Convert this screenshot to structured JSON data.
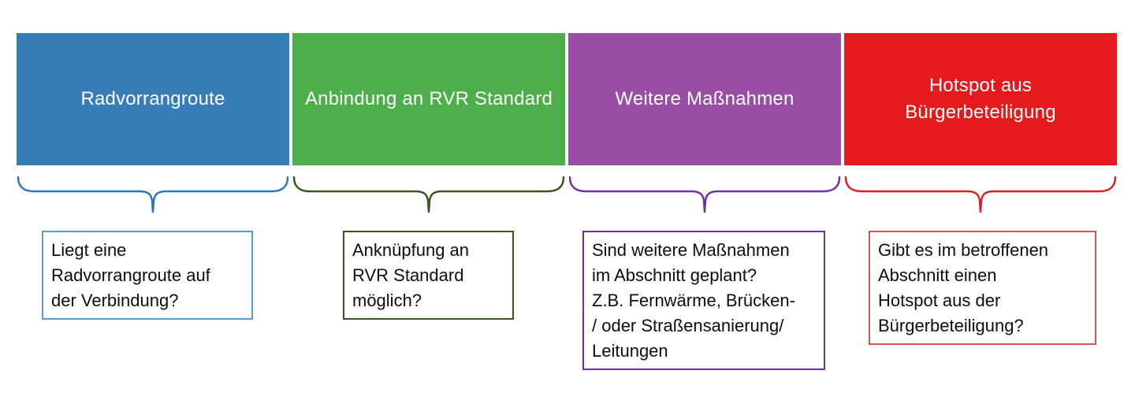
{
  "diagram": {
    "columns": [
      {
        "id": "radvorrangroute",
        "header": "Radvorrangroute",
        "description": "Liegt eine\nRadvorrangroute auf\nder Verbindung?",
        "colors": {
          "box": "#377eb8",
          "brace": "#2e75b6",
          "border": "#5b9bd5"
        }
      },
      {
        "id": "anbindung-rvr-standard",
        "header": "Anbindung an RVR Standard",
        "description": "Anknüpfung an\nRVR Standard\nmöglich?",
        "colors": {
          "box": "#4daf4a",
          "brace": "#375623",
          "border": "#375623"
        }
      },
      {
        "id": "weitere-massnahmen",
        "header": "Weitere Maßnahmen",
        "description": "Sind weitere Maßnahmen\nim Abschnitt geplant?\nZ.B. Fernwärme, Brücken-\n/ oder Straßensanierung/\nLeitungen",
        "colors": {
          "box": "#984ea3",
          "brace": "#7030a0",
          "border": "#7030a0"
        }
      },
      {
        "id": "hotspot-buergerbeteiligung",
        "header": "Hotspot aus\nBürgerbeteiligung",
        "description": "Gibt es im betroffenen\nAbschnitt einen\nHotspot aus der\nBürgerbeteiligung?",
        "colors": {
          "box": "#e41a1c",
          "brace": "#d62128",
          "border": "#e2504f"
        }
      }
    ]
  }
}
